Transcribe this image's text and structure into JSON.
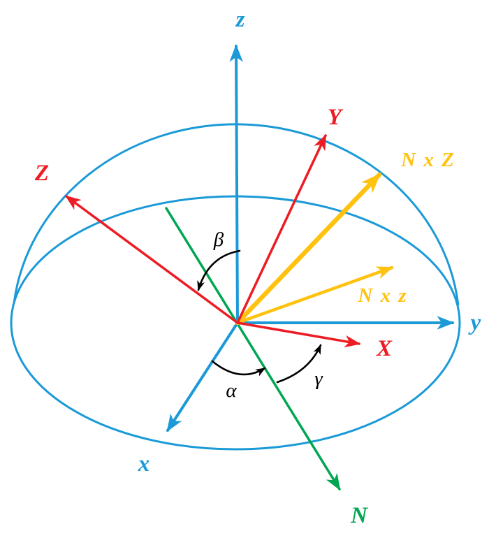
{
  "colors": {
    "fixed_frame": "#1B9AD7",
    "rotated_frame": "#ED1C24",
    "line_of_nodes": "#00A651",
    "cross_products": "#FFC20E",
    "angle_marks": "#000000",
    "background": "#FFFFFF"
  },
  "labels": {
    "fixed_axes": {
      "x": "x",
      "y": "y",
      "z": "z"
    },
    "rotated_axes": {
      "X": "X",
      "Y": "Y",
      "Z": "Z"
    },
    "line_of_nodes": "N",
    "cross_products": {
      "NxZ": "N x Z",
      "Nxz": "N x z"
    },
    "angles": {
      "alpha": "α",
      "beta": "β",
      "gamma": "γ"
    }
  }
}
